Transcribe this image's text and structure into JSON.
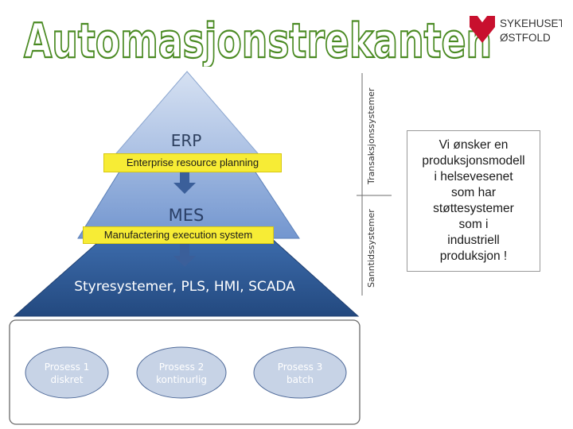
{
  "title": "Automasjonstrekanten",
  "logo": {
    "line1": "SYKEHUSET",
    "line2": "ØSTFOLD",
    "brand_color": "#c8102e"
  },
  "pyramid": {
    "levels": [
      {
        "name": "ERP",
        "subtitle": "Enterprise resource planning"
      },
      {
        "name": "MES",
        "subtitle": "Manufactering execution system"
      },
      {
        "name": "Styresystemer, PLS, HMI, SCADA"
      }
    ],
    "colors": {
      "top": "#b4c8e6",
      "middle": "#8eaad8",
      "bottom": "#2f5c9c",
      "label_yellow": "#f7ec35"
    }
  },
  "side_labels": {
    "upper": "Transaksjonssystemer",
    "lower": "Sanntidssystemer"
  },
  "processes": [
    {
      "line1": "Prosess 1",
      "line2": "diskret"
    },
    {
      "line1": "Prosess 2",
      "line2": "kontinurlig"
    },
    {
      "line1": "Prosess 3",
      "line2": "batch"
    }
  ],
  "callout": {
    "lines": [
      "Vi ønsker en",
      "produksjonsmodell",
      "i helsevesenet",
      "som har",
      "støttesystemer",
      "som i",
      "industriell",
      "produksjon !"
    ]
  }
}
